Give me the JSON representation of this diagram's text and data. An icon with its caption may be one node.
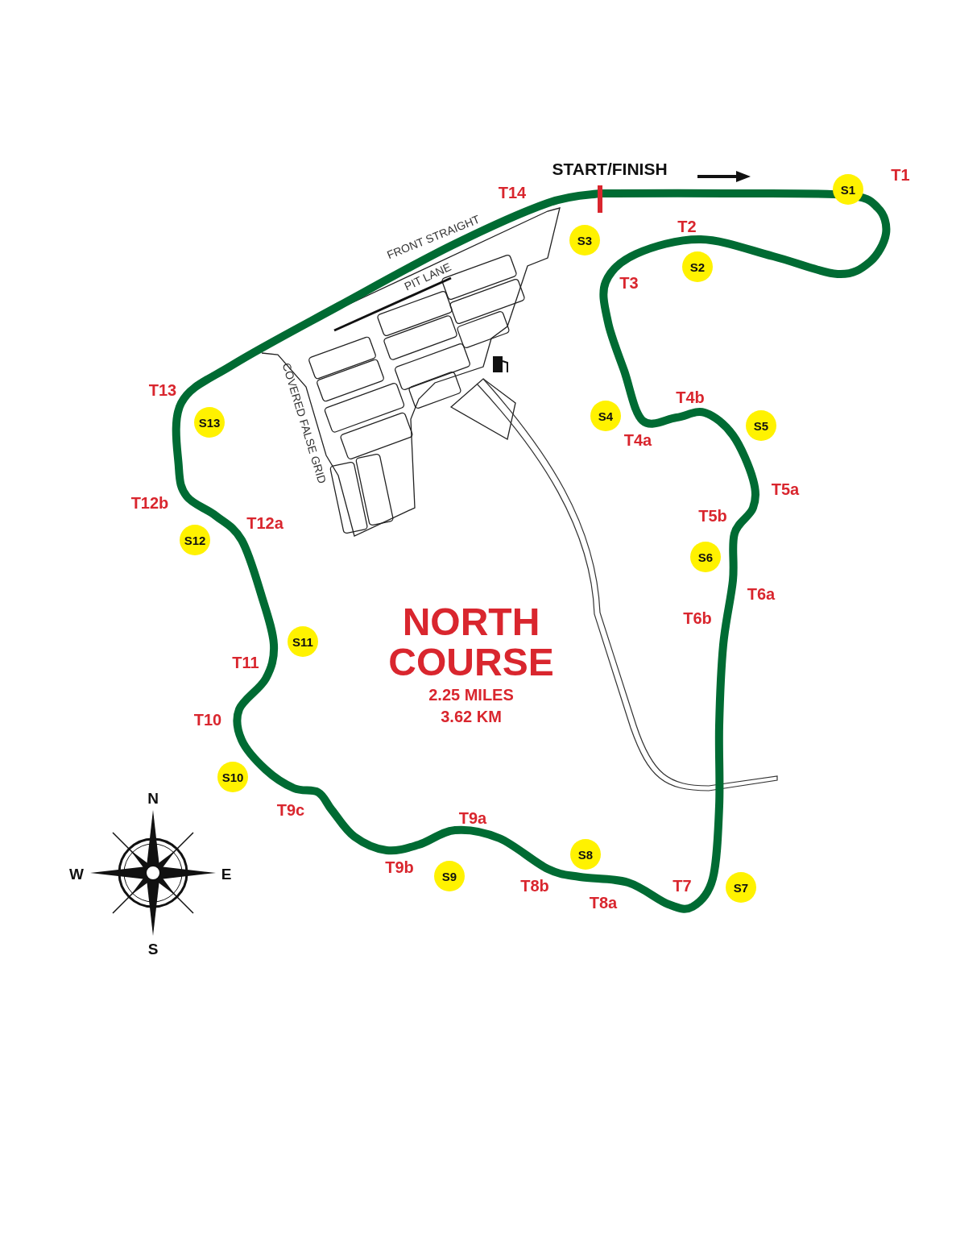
{
  "diagram": {
    "title": "NORTH COURSE",
    "labels": [
      "START/FINISH",
      "T1",
      "S1",
      "T14",
      "T2",
      "S3",
      "FRONT STRAIGHT",
      "S2",
      "PIT LANE",
      "T3",
      "T13",
      "T4b",
      "S4",
      "S13",
      "S5",
      "COVERED FALSE GRID",
      "T4a",
      "T5a",
      "T12b",
      "T5b",
      "T12a",
      "S12",
      "S6",
      "T6a",
      "T6b",
      "S11",
      "T11",
      "2.25 MILES",
      "3.62 KM",
      "T10",
      "S10",
      "N",
      "T9c",
      "T9a",
      "S8",
      "T9b",
      "W",
      "E",
      "S9",
      "T8b",
      "S7",
      "T7",
      "T8a",
      "S"
    ]
  }
}
